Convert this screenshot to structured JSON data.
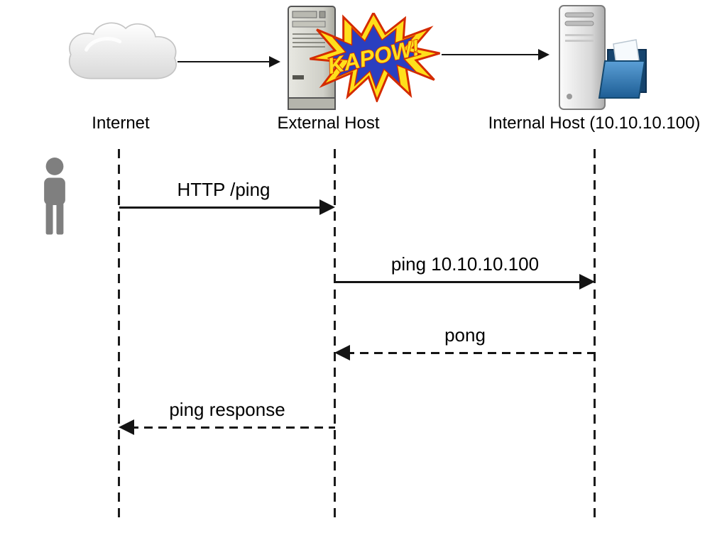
{
  "diagram": {
    "actors": [
      {
        "label": "Internet",
        "icon": "cloud-icon"
      },
      {
        "label": "External Host",
        "icon": "server-tower-icon"
      },
      {
        "label": "Internal Host (10.10.10.100)",
        "icon": "server-folder-icon"
      }
    ],
    "burst": {
      "text": "KAPOW!"
    },
    "messages": [
      {
        "label": "HTTP /ping",
        "from": "Internet",
        "to": "External Host",
        "line": "solid",
        "direction": "right"
      },
      {
        "label": "ping 10.10.10.100",
        "from": "External Host",
        "to": "Internal Host (10.10.10.100)",
        "line": "solid",
        "direction": "right"
      },
      {
        "label": "pong",
        "from": "Internal Host (10.10.10.100)",
        "to": "External Host",
        "line": "dashed",
        "direction": "left"
      },
      {
        "label": "ping response",
        "from": "External Host",
        "to": "Internet",
        "line": "dashed",
        "direction": "left"
      }
    ],
    "colors": {
      "line": "#141414",
      "burst_fill": "#ffdf1b",
      "burst_outline": "#d42b00",
      "burst_inner": "#2a3fc0",
      "folder_blue": "#2f77b5",
      "person_gray": "#7f7f7f"
    }
  }
}
